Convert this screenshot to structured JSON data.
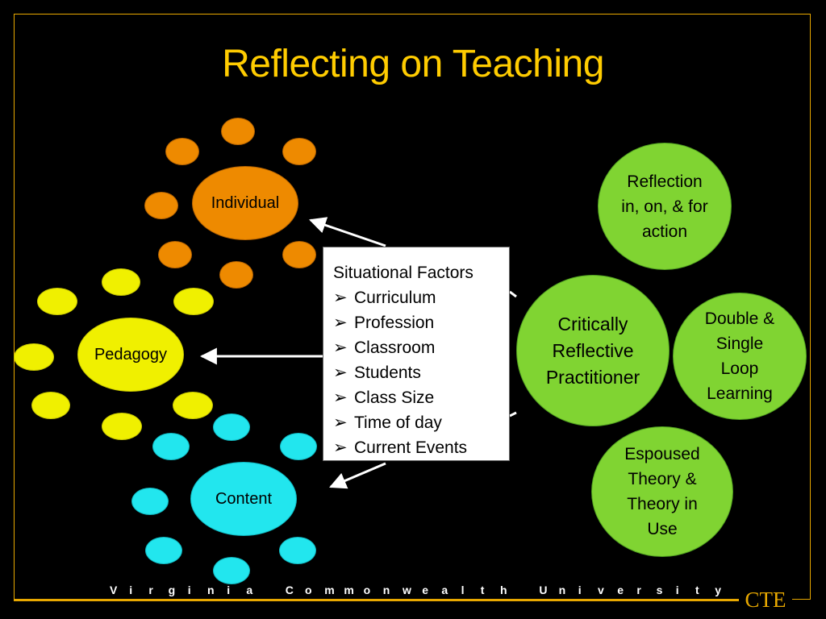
{
  "slide": {
    "title": "Reflecting on Teaching"
  },
  "colors": {
    "background": "#000000",
    "title": "#ffcc00",
    "frame": "#e8a800",
    "individual": "#ee8a00",
    "pedagogy": "#f0f000",
    "content": "#22e6ee",
    "practitioner": "#80d432"
  },
  "nodes": {
    "individual": "Individual",
    "pedagogy": "Pedagogy",
    "content": "Content",
    "reflection": [
      "Reflection",
      "in, on, & for",
      "action"
    ],
    "practitioner": [
      "Critically",
      "Reflective",
      "Practitioner"
    ],
    "loop": [
      "Double &",
      "Single",
      "Loop",
      "Learning"
    ],
    "espoused": [
      "Espoused",
      "Theory &",
      "Theory in",
      "Use"
    ]
  },
  "factors": {
    "heading": "Situational Factors",
    "bullet_icon": "➢",
    "items": [
      "Curriculum",
      "Profession",
      "Classroom",
      "Students",
      "Class Size",
      "Time of day",
      "Current Events"
    ]
  },
  "footer": {
    "text": "Virginia Commonwealth University",
    "logo": "CTE"
  }
}
